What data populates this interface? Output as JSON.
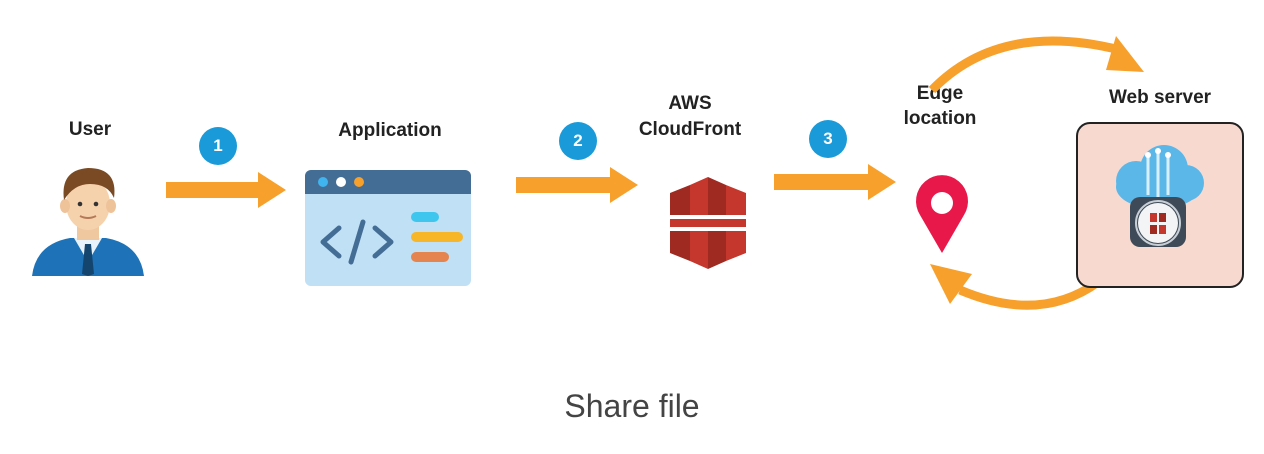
{
  "nodes": {
    "user": "User",
    "application": "Application",
    "cloudfront_line1": "AWS",
    "cloudfront_line2": "CloudFront",
    "edge_line1": "Edge",
    "edge_line2": "location",
    "webserver": "Web server"
  },
  "steps": [
    "1",
    "2",
    "3"
  ],
  "caption": "Share file",
  "colors": {
    "arrow": "#f7a02b",
    "badge": "#1a9ad8",
    "aws_red": "#c5372c",
    "pin": "#e8194a",
    "server_bg": "#f8d9d0"
  }
}
